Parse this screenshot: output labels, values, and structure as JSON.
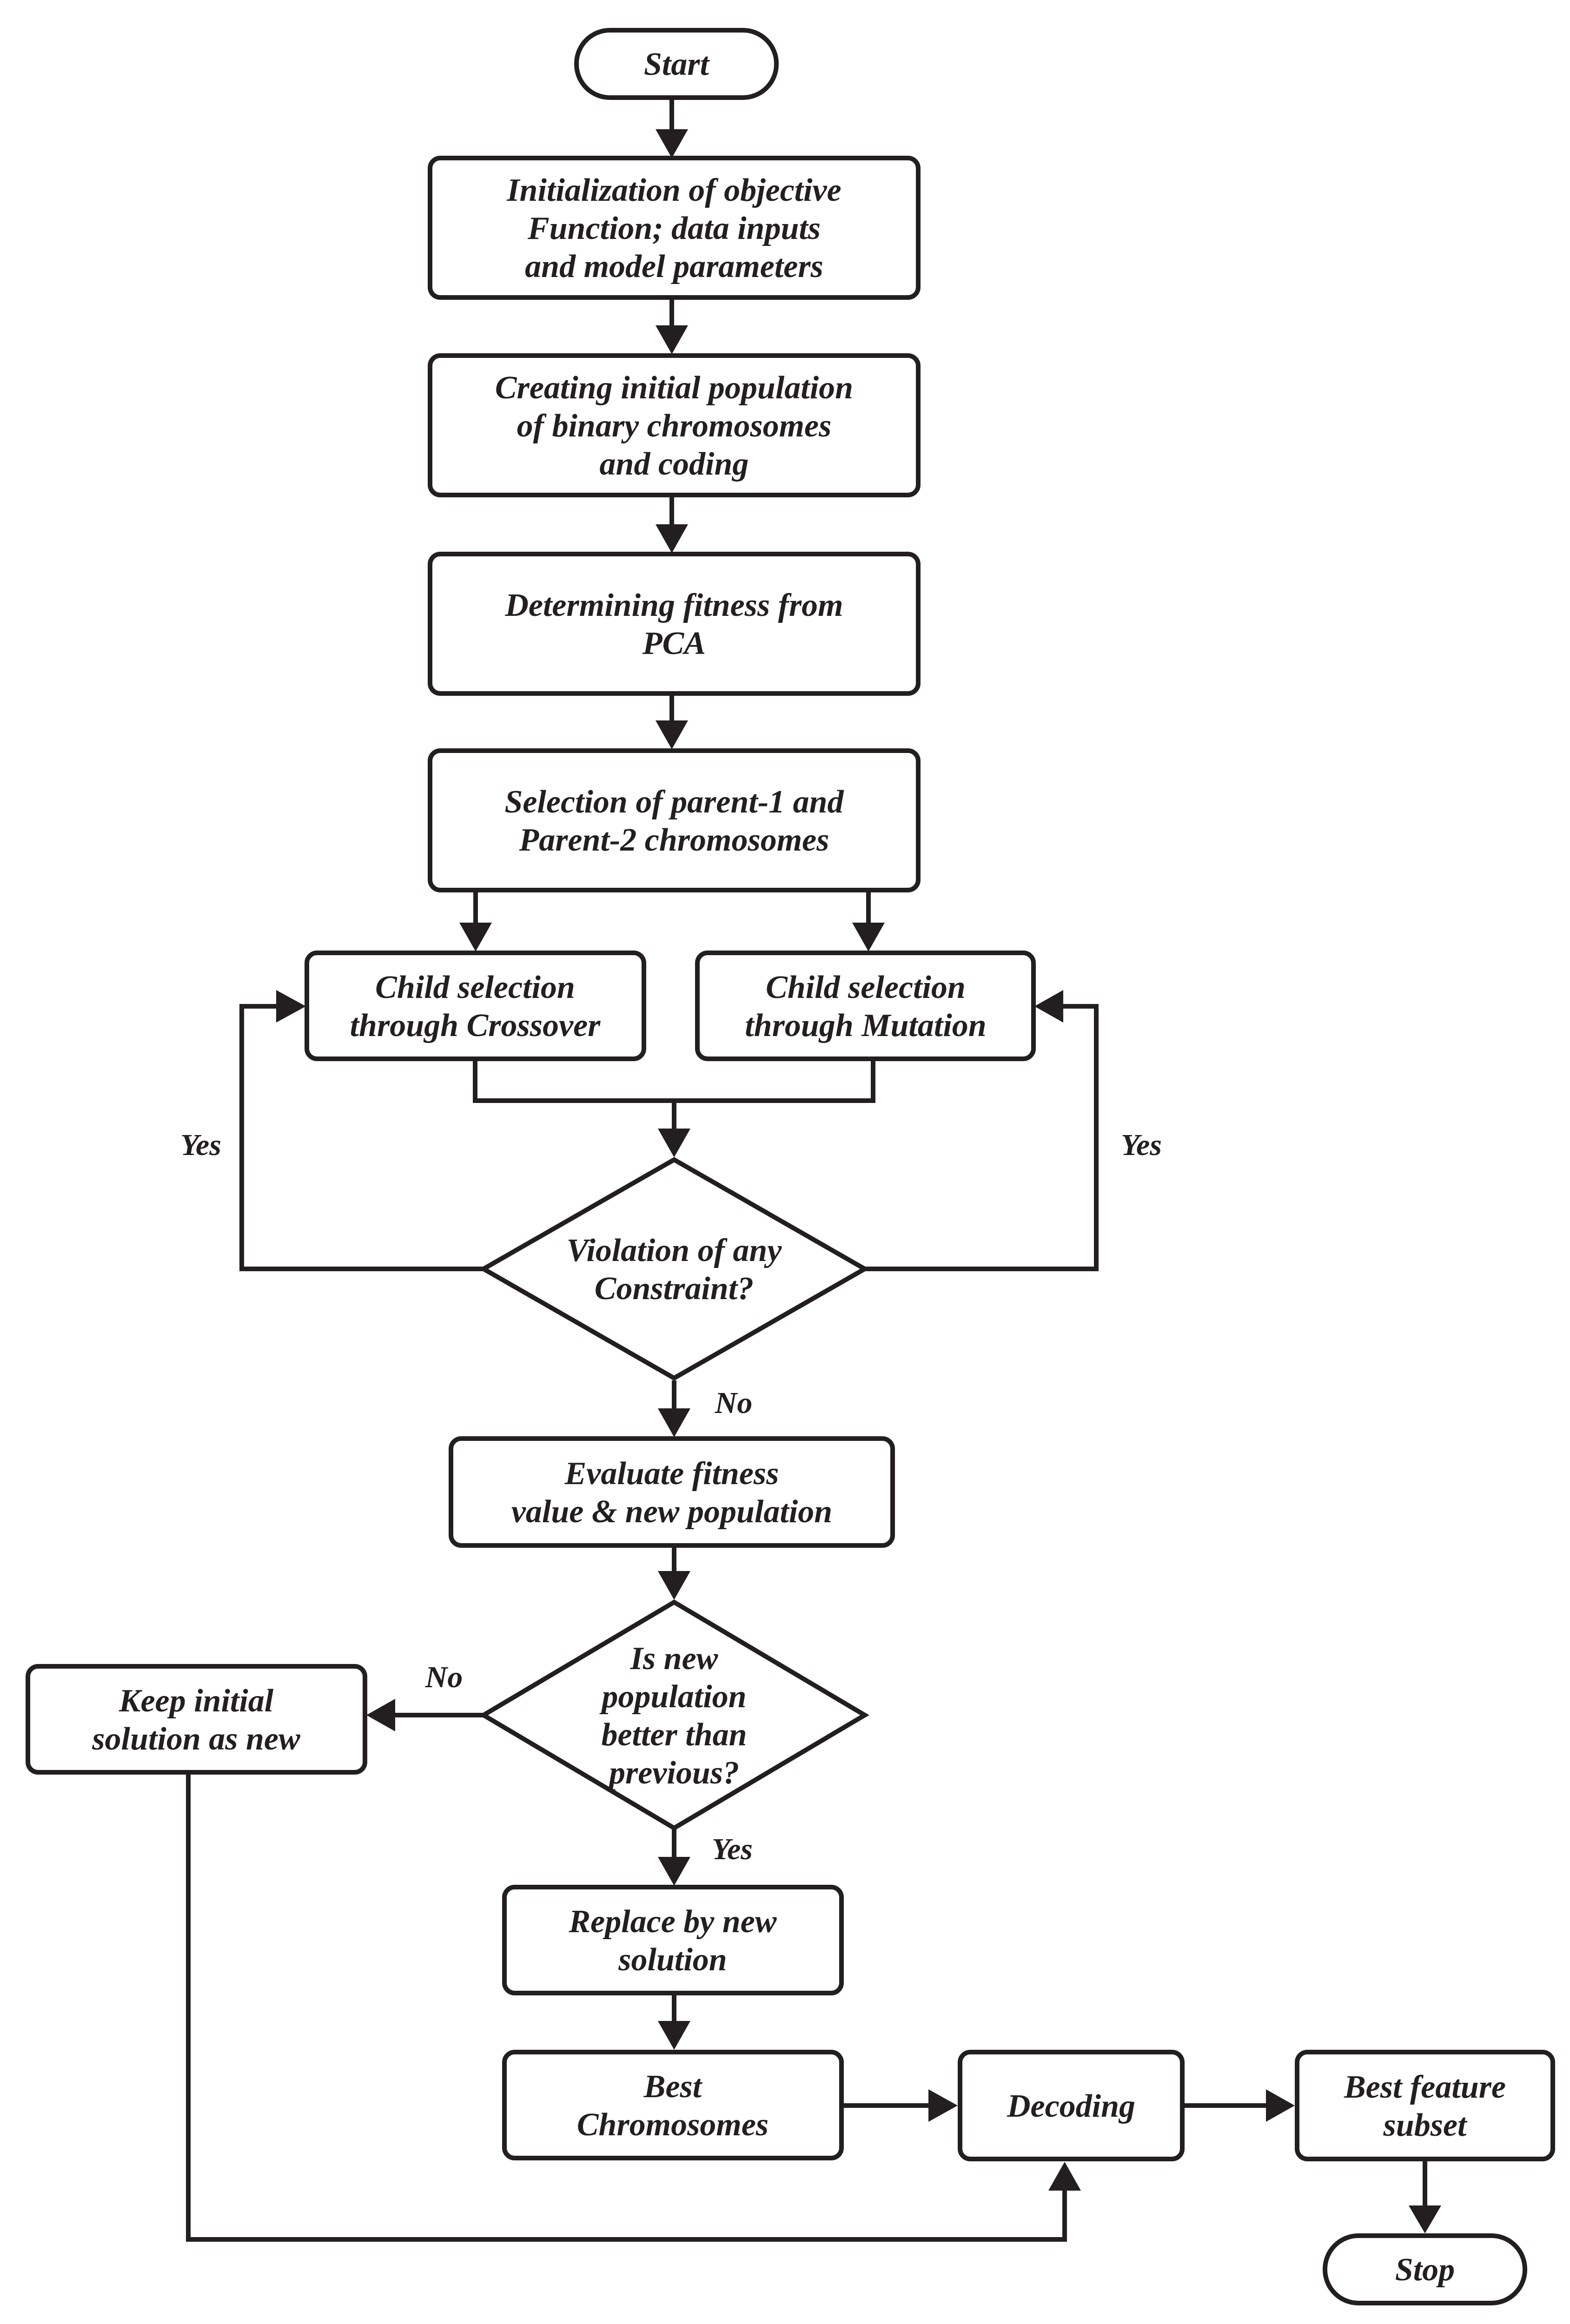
{
  "nodes": {
    "start": {
      "lines": [
        "Start"
      ]
    },
    "init": {
      "lines": [
        "Initialization of objective",
        "Function; data inputs",
        "and model parameters"
      ]
    },
    "create_pop": {
      "lines": [
        "Creating initial population",
        "of binary chromosomes",
        "and coding"
      ]
    },
    "fitness_pca": {
      "lines": [
        "Determining fitness from",
        "PCA"
      ]
    },
    "select_parents": {
      "lines": [
        "Selection of parent-1 and",
        "Parent-2 chromosomes"
      ]
    },
    "crossover": {
      "lines": [
        "Child selection",
        "through Crossover"
      ]
    },
    "mutation": {
      "lines": [
        "Child selection",
        "through Mutation"
      ]
    },
    "violation": {
      "lines": [
        "Violation of any",
        "Constraint?"
      ]
    },
    "evaluate": {
      "lines": [
        "Evaluate fitness",
        "value & new population"
      ]
    },
    "better": {
      "lines": [
        "Is new",
        "population",
        "better than",
        "previous?"
      ]
    },
    "keep_initial": {
      "lines": [
        "Keep initial",
        "solution as new"
      ]
    },
    "replace": {
      "lines": [
        "Replace by new",
        "solution"
      ]
    },
    "best_chrom": {
      "lines": [
        "Best",
        "Chromosomes"
      ]
    },
    "decoding": {
      "lines": [
        "Decoding"
      ]
    },
    "best_subset": {
      "lines": [
        "Best feature",
        "subset"
      ]
    },
    "stop": {
      "lines": [
        "Stop"
      ]
    }
  },
  "edge_labels": {
    "yes_left": "Yes",
    "yes_right": "Yes",
    "no_violation": "No",
    "no_better": "No",
    "yes_better": "Yes"
  }
}
